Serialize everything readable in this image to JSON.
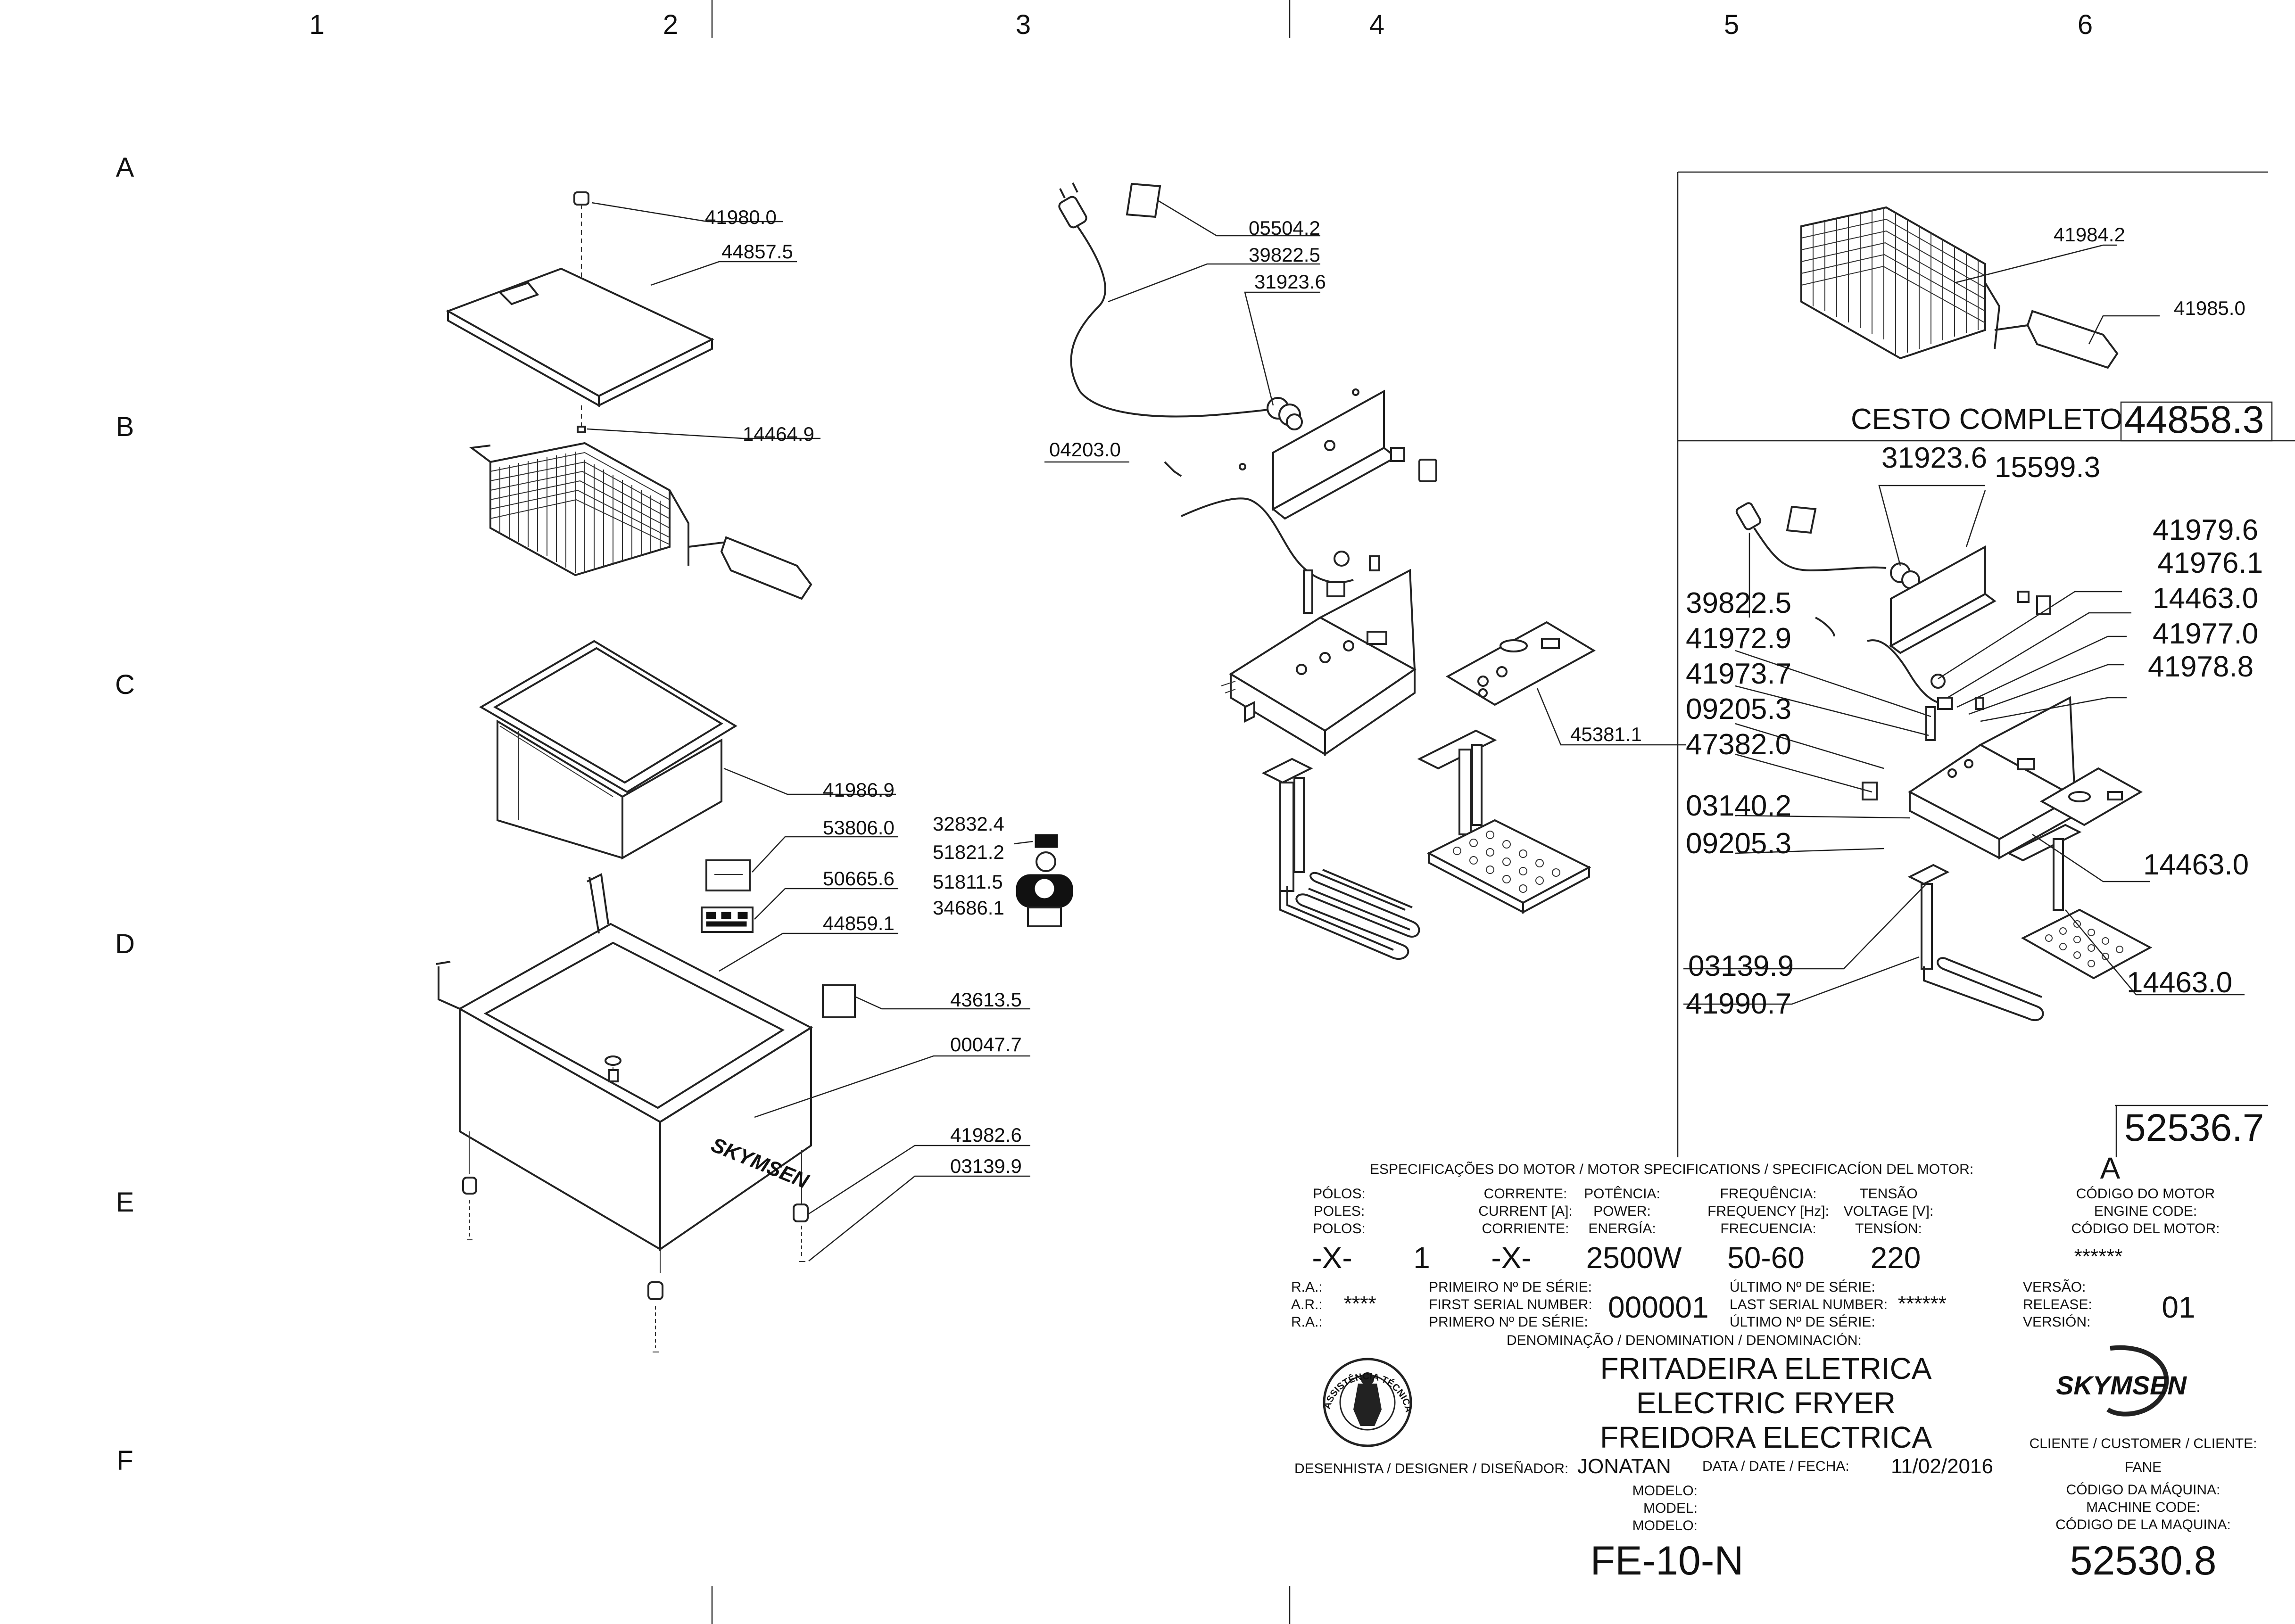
{
  "grid": {
    "cols": [
      "1",
      "2",
      "3",
      "4",
      "5",
      "6"
    ],
    "rows": [
      "A",
      "B",
      "C",
      "D",
      "E",
      "F"
    ]
  },
  "left_parts": [
    {
      "id": "41980.0"
    },
    {
      "id": "44857.5"
    },
    {
      "id": "14464.9"
    },
    {
      "id": "41986.9"
    },
    {
      "id": "53806.0"
    },
    {
      "id": "50665.6"
    },
    {
      "id": "44859.1"
    },
    {
      "id": "43613.5"
    },
    {
      "id": "00047.7"
    },
    {
      "id": "41982.6"
    },
    {
      "id": "03139.9"
    }
  ],
  "middle_parts": [
    {
      "id": "05504.2"
    },
    {
      "id": "39822.5"
    },
    {
      "id": "31923.6"
    },
    {
      "id": "04203.0"
    },
    {
      "id": "45381.1"
    },
    {
      "id": "32832.4"
    },
    {
      "id": "51821.2"
    },
    {
      "id": "51811.5"
    },
    {
      "id": "34686.1"
    }
  ],
  "right_parts": {
    "basket": [
      "41984.2",
      "41985.0"
    ],
    "basket_caption": "CESTO COMPLETO",
    "basket_code": "44858.3",
    "assembly": [
      "31923.6",
      "15599.3",
      "41979.6",
      "39822.5",
      "41976.1",
      "14463.0",
      "41972.9",
      "41977.0",
      "41973.7",
      "41978.8",
      "09205.3",
      "47382.0",
      "03140.2",
      "09205.3",
      "14463.0",
      "03139.9",
      "14463.0",
      "41990.7"
    ],
    "code": "52536.7"
  },
  "brand": "SKYMSEN",
  "title_block": {
    "revision": "A",
    "motor_header": "ESPECIFICAÇÕES DO MOTOR / MOTOR SPECIFICATIONS / SPECIFICACÍON DEL MOTOR:",
    "poles_label": [
      "PÓLOS:",
      "POLES:",
      "POLOS:"
    ],
    "current_label": [
      "CORRENTE:",
      "CURRENT [A]:",
      "CORRIENTE:"
    ],
    "power_label": [
      "POTÊNCIA:",
      "POWER:",
      "ENERGÍA:"
    ],
    "freq_label": [
      "FREQUÊNCIA:",
      "FREQUENCY [Hz]:",
      "FRECUENCIA:"
    ],
    "voltage_label": [
      "TENSÃO",
      "VOLTAGE [V]:",
      "TENSÍON:"
    ],
    "engine_code_label": [
      "CÓDIGO DO MOTOR",
      "ENGINE CODE:",
      "CÓDIGO DEL MOTOR:"
    ],
    "poles_value": "-X-",
    "current_value": "1",
    "current_value_x": "-X-",
    "power_value": "2500W",
    "freq_value": "50-60",
    "voltage_value": "220",
    "engine_code_value": "******",
    "ra_label": [
      "R.A.:",
      "A.R.:",
      "R.A.:"
    ],
    "ra_value": "****",
    "first_serial_label": [
      "PRIMEIRO Nº DE SÉRIE:",
      "FIRST SERIAL NUMBER:",
      "PRIMERO Nº DE SÉRIE:"
    ],
    "first_serial_value": "000001",
    "last_serial_label": [
      "ÚLTIMO Nº DE SÉRIE:",
      "LAST SERIAL NUMBER:",
      "ÚLTIMO Nº DE SÉRIE:"
    ],
    "last_serial_value": "******",
    "version_label": [
      "VERSÃO:",
      "RELEASE:",
      "VERSIÓN:"
    ],
    "version_value": "01",
    "denomination_label": "DENOMINAÇÃO / DENOMINATION / DENOMINACIÓN:",
    "denomination": [
      "FRITADEIRA ELETRICA",
      "ELECTRIC FRYER",
      "FREIDORA ELECTRICA"
    ],
    "seal_text": "ASSISTÊNCIA TÉCNICA AUTORIZADA",
    "designer_label": "DESENHISTA / DESIGNER / DISEÑADOR:",
    "designer_value": "JONATAN",
    "date_label": "DATA / DATE / FECHA:",
    "date_value": "11/02/2016",
    "customer_label": "CLIENTE / CUSTOMER / CLIENTE:",
    "customer_value": "FANE",
    "model_label": [
      "MODELO:",
      "MODEL:",
      "MODELO:"
    ],
    "model_value": "FE-10-N",
    "machine_code_label": [
      "CÓDIGO DA MÁQUINA:",
      "MACHINE CODE:",
      "CÓDIGO DE LA MAQUINA:"
    ],
    "machine_code_value": "52530.8"
  }
}
